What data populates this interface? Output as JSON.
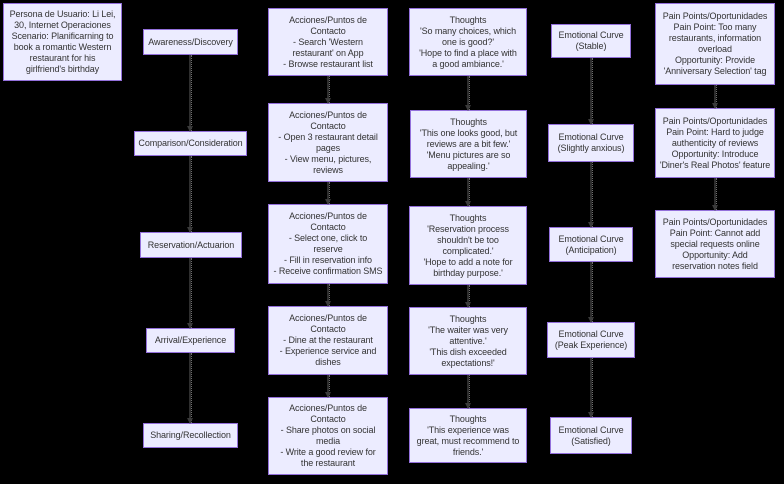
{
  "colors": {
    "background": "#000000",
    "node_fill": "#ECECFF",
    "node_border": "#9370DB",
    "node_text": "#333333",
    "edge": "#2e2e2e"
  },
  "diagram": {
    "persona": {
      "text": "Persona de Usuario: Li Lei,\n30, Internet Operaciones\nScenario: Planificarning to\nbook a romantic Western\nrestaurant for his\ngirlfriend's birthday"
    },
    "stages": [
      {
        "label": "Awareness/Discovery"
      },
      {
        "label": "Comparison/Consideration"
      },
      {
        "label": "Reservation/Actuarion"
      },
      {
        "label": "Arrival/Experience"
      },
      {
        "label": "Sharing/Recollection"
      }
    ],
    "actions": [
      {
        "text": "Acciones/Puntos de\nContacto\n- Search 'Western\nrestaurant' on App\n- Browse restaurant list"
      },
      {
        "text": "Acciones/Puntos de\nContacto\n- Open 3 restaurant detail\npages\n- View menu, pictures,\nreviews"
      },
      {
        "text": "Acciones/Puntos de\nContacto\n- Select one, click to\nreserve\n- Fill in reservation info\n- Receive confirmation SMS"
      },
      {
        "text": "Acciones/Puntos de\nContacto\n- Dine at the restaurant\n- Experience service and\ndishes"
      },
      {
        "text": "Acciones/Puntos de\nContacto\n- Share photos on social\nmedia\n- Write a good review for\nthe restaurant"
      }
    ],
    "thoughts": [
      {
        "text": "Thoughts\n'So many choices, which\none is good?'\n'Hope to find a place with\na good ambiance.'"
      },
      {
        "text": "Thoughts\n'This one looks good, but\nreviews are a bit few.'\n'Menu pictures are so\nappealing.'"
      },
      {
        "text": "Thoughts\n'Reservation process\nshouldn't be too\ncomplicated.'\n'Hope to add a note for\nbirthday purpose.'"
      },
      {
        "text": "Thoughts\n'The waiter was very\nattentive.'\n'This dish exceeded\nexpectations!'"
      },
      {
        "text": "Thoughts\n'This experience was\ngreat, must recommend to\nfriends.'"
      }
    ],
    "emotions": [
      {
        "text": "Emotional Curve\n(Stable)"
      },
      {
        "text": "Emotional Curve\n(Slightly anxious)"
      },
      {
        "text": "Emotional Curve\n(Anticipation)"
      },
      {
        "text": "Emotional Curve\n(Peak Experience)"
      },
      {
        "text": "Emotional Curve\n(Satisfied)"
      }
    ],
    "pain_points": [
      {
        "text": "Pain Points/Oportunidades\nPain Point: Too many\nrestaurants, information\noverload\nOpportunity: Provide\n'Anniversary Selection' tag"
      },
      {
        "text": "Pain Points/Oportunidades\nPain Point: Hard to judge\nauthenticity of reviews\nOpportunity: Introduce\n'Diner's Real Photos' feature"
      },
      {
        "text": "Pain Points/Oportunidades\nPain Point: Cannot add\nspecial requests online\nOpportunity: Add\nreservation notes field"
      }
    ]
  }
}
